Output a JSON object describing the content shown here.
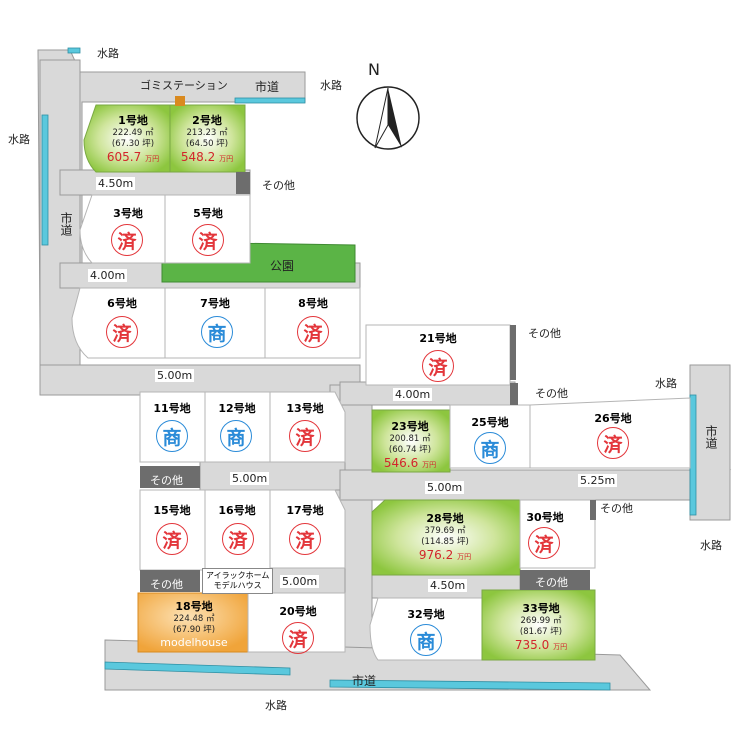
{
  "compass": {
    "label": "N"
  },
  "roads": {
    "top_road": "市道",
    "left_road": "市道",
    "right_road": "市道",
    "bottom_road": "市道"
  },
  "waterways": [
    "水路",
    "水路",
    "水路",
    "水路",
    "水路",
    "水路"
  ],
  "garbage_station": "ゴミステーション",
  "park": "公園",
  "dimensions": [
    "4.50m",
    "4.00m",
    "5.00m",
    "4.00m",
    "5.00m",
    "5.00m",
    "5.25m",
    "5.00m",
    "4.50m"
  ],
  "others": [
    "その他",
    "その他",
    "その他",
    "その他",
    "その他",
    "その他",
    "その他"
  ],
  "model_note": {
    "line1": "アイラックホーム",
    "line2": "モデルハウス"
  },
  "lots": {
    "l1": {
      "title": "1号地",
      "area": "222.49 ㎡",
      "tsubo": "(67.30 坪)",
      "price": "605.7",
      "unit": "万円"
    },
    "l2": {
      "title": "2号地",
      "area": "213.23 ㎡",
      "tsubo": "(64.50 坪)",
      "price": "548.2",
      "unit": "万円"
    },
    "l3": {
      "title": "3号地",
      "stamp": "済"
    },
    "l5": {
      "title": "5号地",
      "stamp": "済"
    },
    "l6": {
      "title": "6号地",
      "stamp": "済"
    },
    "l7": {
      "title": "7号地",
      "stamp": "商"
    },
    "l8": {
      "title": "8号地",
      "stamp": "済"
    },
    "l11": {
      "title": "11号地",
      "stamp": "商"
    },
    "l12": {
      "title": "12号地",
      "stamp": "商"
    },
    "l13": {
      "title": "13号地",
      "stamp": "済"
    },
    "l15": {
      "title": "15号地",
      "stamp": "済"
    },
    "l16": {
      "title": "16号地",
      "stamp": "済"
    },
    "l17": {
      "title": "17号地",
      "stamp": "済"
    },
    "l18": {
      "title": "18号地",
      "area": "224.48 ㎡",
      "tsubo": "(67.90 坪)",
      "tag": "modelhouse"
    },
    "l20": {
      "title": "20号地",
      "stamp": "済"
    },
    "l21": {
      "title": "21号地",
      "stamp": "済"
    },
    "l23": {
      "title": "23号地",
      "area": "200.81 ㎡",
      "tsubo": "(60.74 坪)",
      "price": "546.6",
      "unit": "万円"
    },
    "l25": {
      "title": "25号地",
      "stamp": "商"
    },
    "l26": {
      "title": "26号地",
      "stamp": "済"
    },
    "l28": {
      "title": "28号地",
      "area": "379.69 ㎡",
      "tsubo": "(114.85 坪)",
      "price": "976.2",
      "unit": "万円"
    },
    "l30": {
      "title": "30号地",
      "stamp": "済"
    },
    "l32": {
      "title": "32号地",
      "stamp": "商"
    },
    "l33": {
      "title": "33号地",
      "area": "269.99 ㎡",
      "tsubo": "(81.67 坪)",
      "price": "735.0",
      "unit": "万円"
    }
  },
  "colors": {
    "road": "#d9d9d9",
    "lot_available": "#8dc63f",
    "lot_model": "#f0a43a",
    "park": "#5bb446",
    "water": "#5ac8dd",
    "other": "#6d6d6d",
    "stamp_sold": "#e3363b",
    "stamp_negotiation": "#2a8bd8"
  }
}
